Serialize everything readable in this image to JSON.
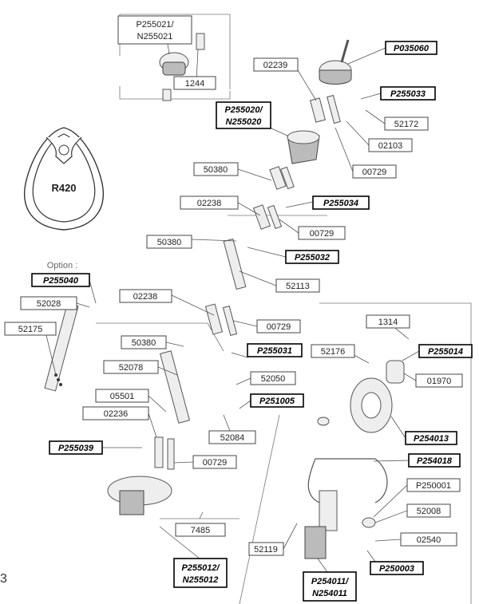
{
  "profile": {
    "label": "R420"
  },
  "option_label": "Option :",
  "page_marker": "3",
  "labels": {
    "p255021": [
      "P255021/",
      "N255021"
    ],
    "n1244": "1244",
    "n02239": "02239",
    "p035060": "P035060",
    "p255033": "P255033",
    "p255020": [
      "P255020/",
      "N255020"
    ],
    "n52172": "52172",
    "n02103": "02103",
    "n50380a": "50380",
    "n00729a": "00729",
    "n02238a": "02238",
    "p255034": "P255034",
    "n00729b": "00729",
    "n50380b": "50380",
    "p255032": "P255032",
    "p255040": "P255040",
    "n52113": "52113",
    "n52028": "52028",
    "n02238b": "02238",
    "n52175": "52175",
    "n00729c": "00729",
    "n1314": "1314",
    "n50380c": "50380",
    "p255031": "P255031",
    "n52176": "52176",
    "p255014": "P255014",
    "n52078": "52078",
    "n52050": "52050",
    "n01970": "01970",
    "n05501": "05501",
    "p251005": "P251005",
    "n02236": "02236",
    "n52084": "52084",
    "p254013": "P254013",
    "p255039": "P255039",
    "n00729d": "00729",
    "p254018": "P254018",
    "p250001": "P250001",
    "n52008": "52008",
    "n7485": "7485",
    "n02540": "02540",
    "n52119": "52119",
    "p250003": "P250003",
    "p255012": [
      "P255012/",
      "N255012"
    ],
    "p254011": [
      "P254011/",
      "N254011"
    ]
  }
}
